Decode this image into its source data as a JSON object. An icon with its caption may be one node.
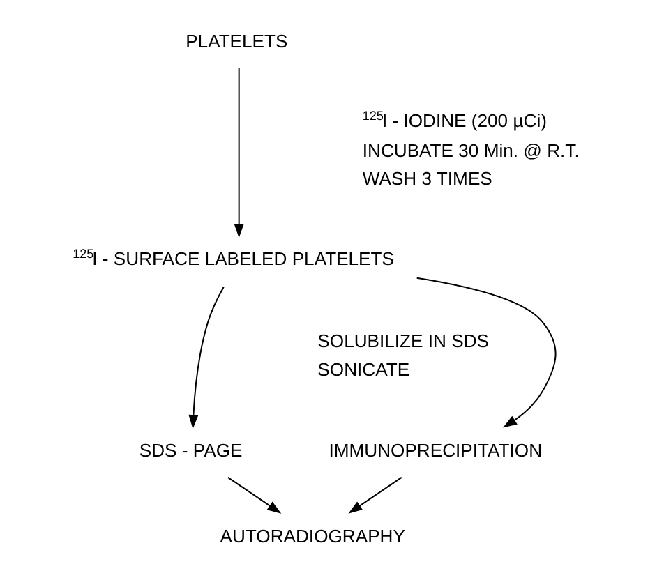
{
  "diagram": {
    "nodes": [
      {
        "text": [
          "PLATELETS"
        ]
      },
      {
        "text": [
          "$^{125}$I - SURFACE LABELED PLATELETS"
        ]
      },
      {
        "text": [
          "SDS - PAGE"
        ]
      },
      {
        "text": [
          "IMMUNOPRECIPITATION"
        ]
      },
      {
        "text": [
          "AUTORADIOGRAPHY"
        ]
      }
    ],
    "edges": [
      {
        "from": 0,
        "to": 1,
        "arrow": "to"
      },
      {
        "from": 1,
        "to": 2,
        "arrow": "to"
      },
      {
        "from": 1,
        "to": 3,
        "arrow": "to"
      },
      {
        "from": 2,
        "to": 4,
        "arrow": "to"
      },
      {
        "from": 3,
        "to": 4,
        "arrow": "to"
      }
    ],
    "labels": [
      "$^{125}$I - IODINE (200 µCi)",
      "INCUBATE 30 Min. @ R.T.",
      "WASH 3 TIMES",
      "SOLUBILIZE IN SDS",
      "SONICATE"
    ]
  }
}
